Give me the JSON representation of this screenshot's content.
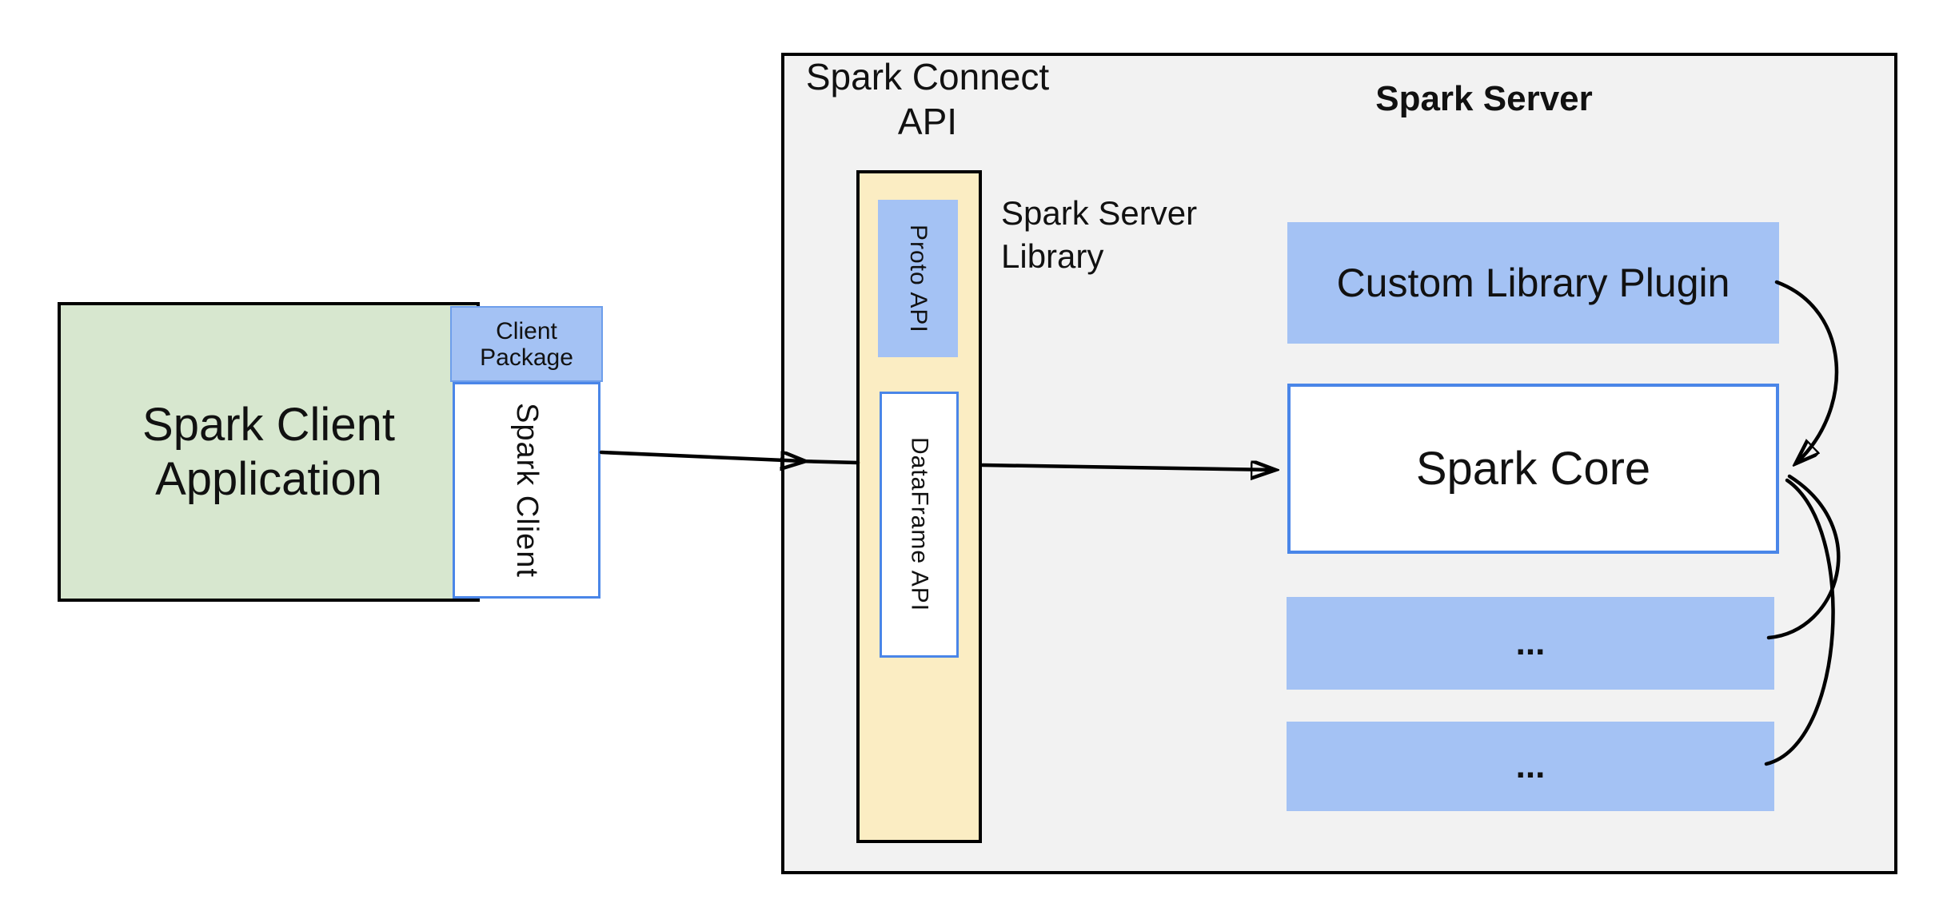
{
  "client": {
    "application_label": "Spark Client\nApplication",
    "package_label": "Client\nPackage",
    "spark_client_label": "Spark Client"
  },
  "server": {
    "container_label": "Spark Server",
    "connect_api_label": "Spark Connect\nAPI",
    "library_label": "Spark Server\nLibrary",
    "proto_api_label": "Proto API",
    "dataframe_api_label": "DataFrame API",
    "custom_plugin_label": "Custom Library Plugin",
    "spark_core_label": "Spark Core",
    "ellipsis_top_label": "...",
    "ellipsis_bottom_label": "..."
  },
  "colors": {
    "client_app_fill": "#d7e7cf",
    "blue_fill": "#a4c2f4",
    "blue_border": "#4a86e8",
    "package_border": "#6d9eeb",
    "yellow_fill": "#fbedc3",
    "server_fill": "#f2f2f2",
    "outline": "#000000",
    "connector": "#000000"
  }
}
